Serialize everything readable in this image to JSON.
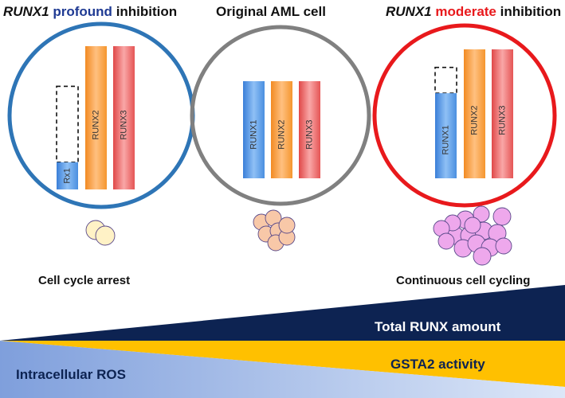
{
  "titles": {
    "left": {
      "italic": "RUNX1",
      "highlight": "profound",
      "rest": "inhibition",
      "highlight_color": "#1F3A93"
    },
    "middle": {
      "text": "Original AML cell"
    },
    "right": {
      "italic": "RUNX1",
      "highlight": "moderate",
      "rest": "inhibition",
      "highlight_color": "#E8191C"
    }
  },
  "panels": {
    "left": {
      "ring_color": "#2E75B6",
      "bars": [
        {
          "label": "Rx1",
          "level": 0.19,
          "missing_to": 0.72,
          "color": "blue"
        },
        {
          "label": "RUNX2",
          "level": 1.0,
          "color": "orange"
        },
        {
          "label": "RUNX3",
          "level": 1.0,
          "color": "red"
        }
      ]
    },
    "middle": {
      "ring_color": "#808080",
      "bars": [
        {
          "label": "RUNX1",
          "level": 1.0,
          "color": "blue"
        },
        {
          "label": "RUNX2",
          "level": 1.0,
          "color": "orange"
        },
        {
          "label": "RUNX3",
          "level": 1.0,
          "color": "red"
        }
      ]
    },
    "right": {
      "ring_color": "#E8191C",
      "bars": [
        {
          "label": "RUNX1",
          "level": 0.66,
          "missing_to": 0.86,
          "color": "blue"
        },
        {
          "label": "RUNX2",
          "level": 1.0,
          "color": "orange"
        },
        {
          "label": "RUNX3",
          "level": 1.0,
          "color": "red"
        }
      ]
    }
  },
  "cells": {
    "left": {
      "fill": "#FFF2C6"
    },
    "middle": {
      "fill": "#F8C8A8"
    },
    "right": {
      "fill": "#EEA8EC"
    }
  },
  "captions": {
    "left": "Cell cycle arrest",
    "right": "Continuous cell cycling"
  },
  "bands": {
    "runx": {
      "label": "Total RUNX amount",
      "color": "#0D2352",
      "text_color": "#FFFFFF"
    },
    "gsta2": {
      "label": "GSTA2 activity",
      "color": "#FFC000",
      "text_color": "#0D2352"
    },
    "ros": {
      "label": "Intracellular ROS",
      "color": "#9FB6E3",
      "text_color": "#0D2352"
    }
  }
}
